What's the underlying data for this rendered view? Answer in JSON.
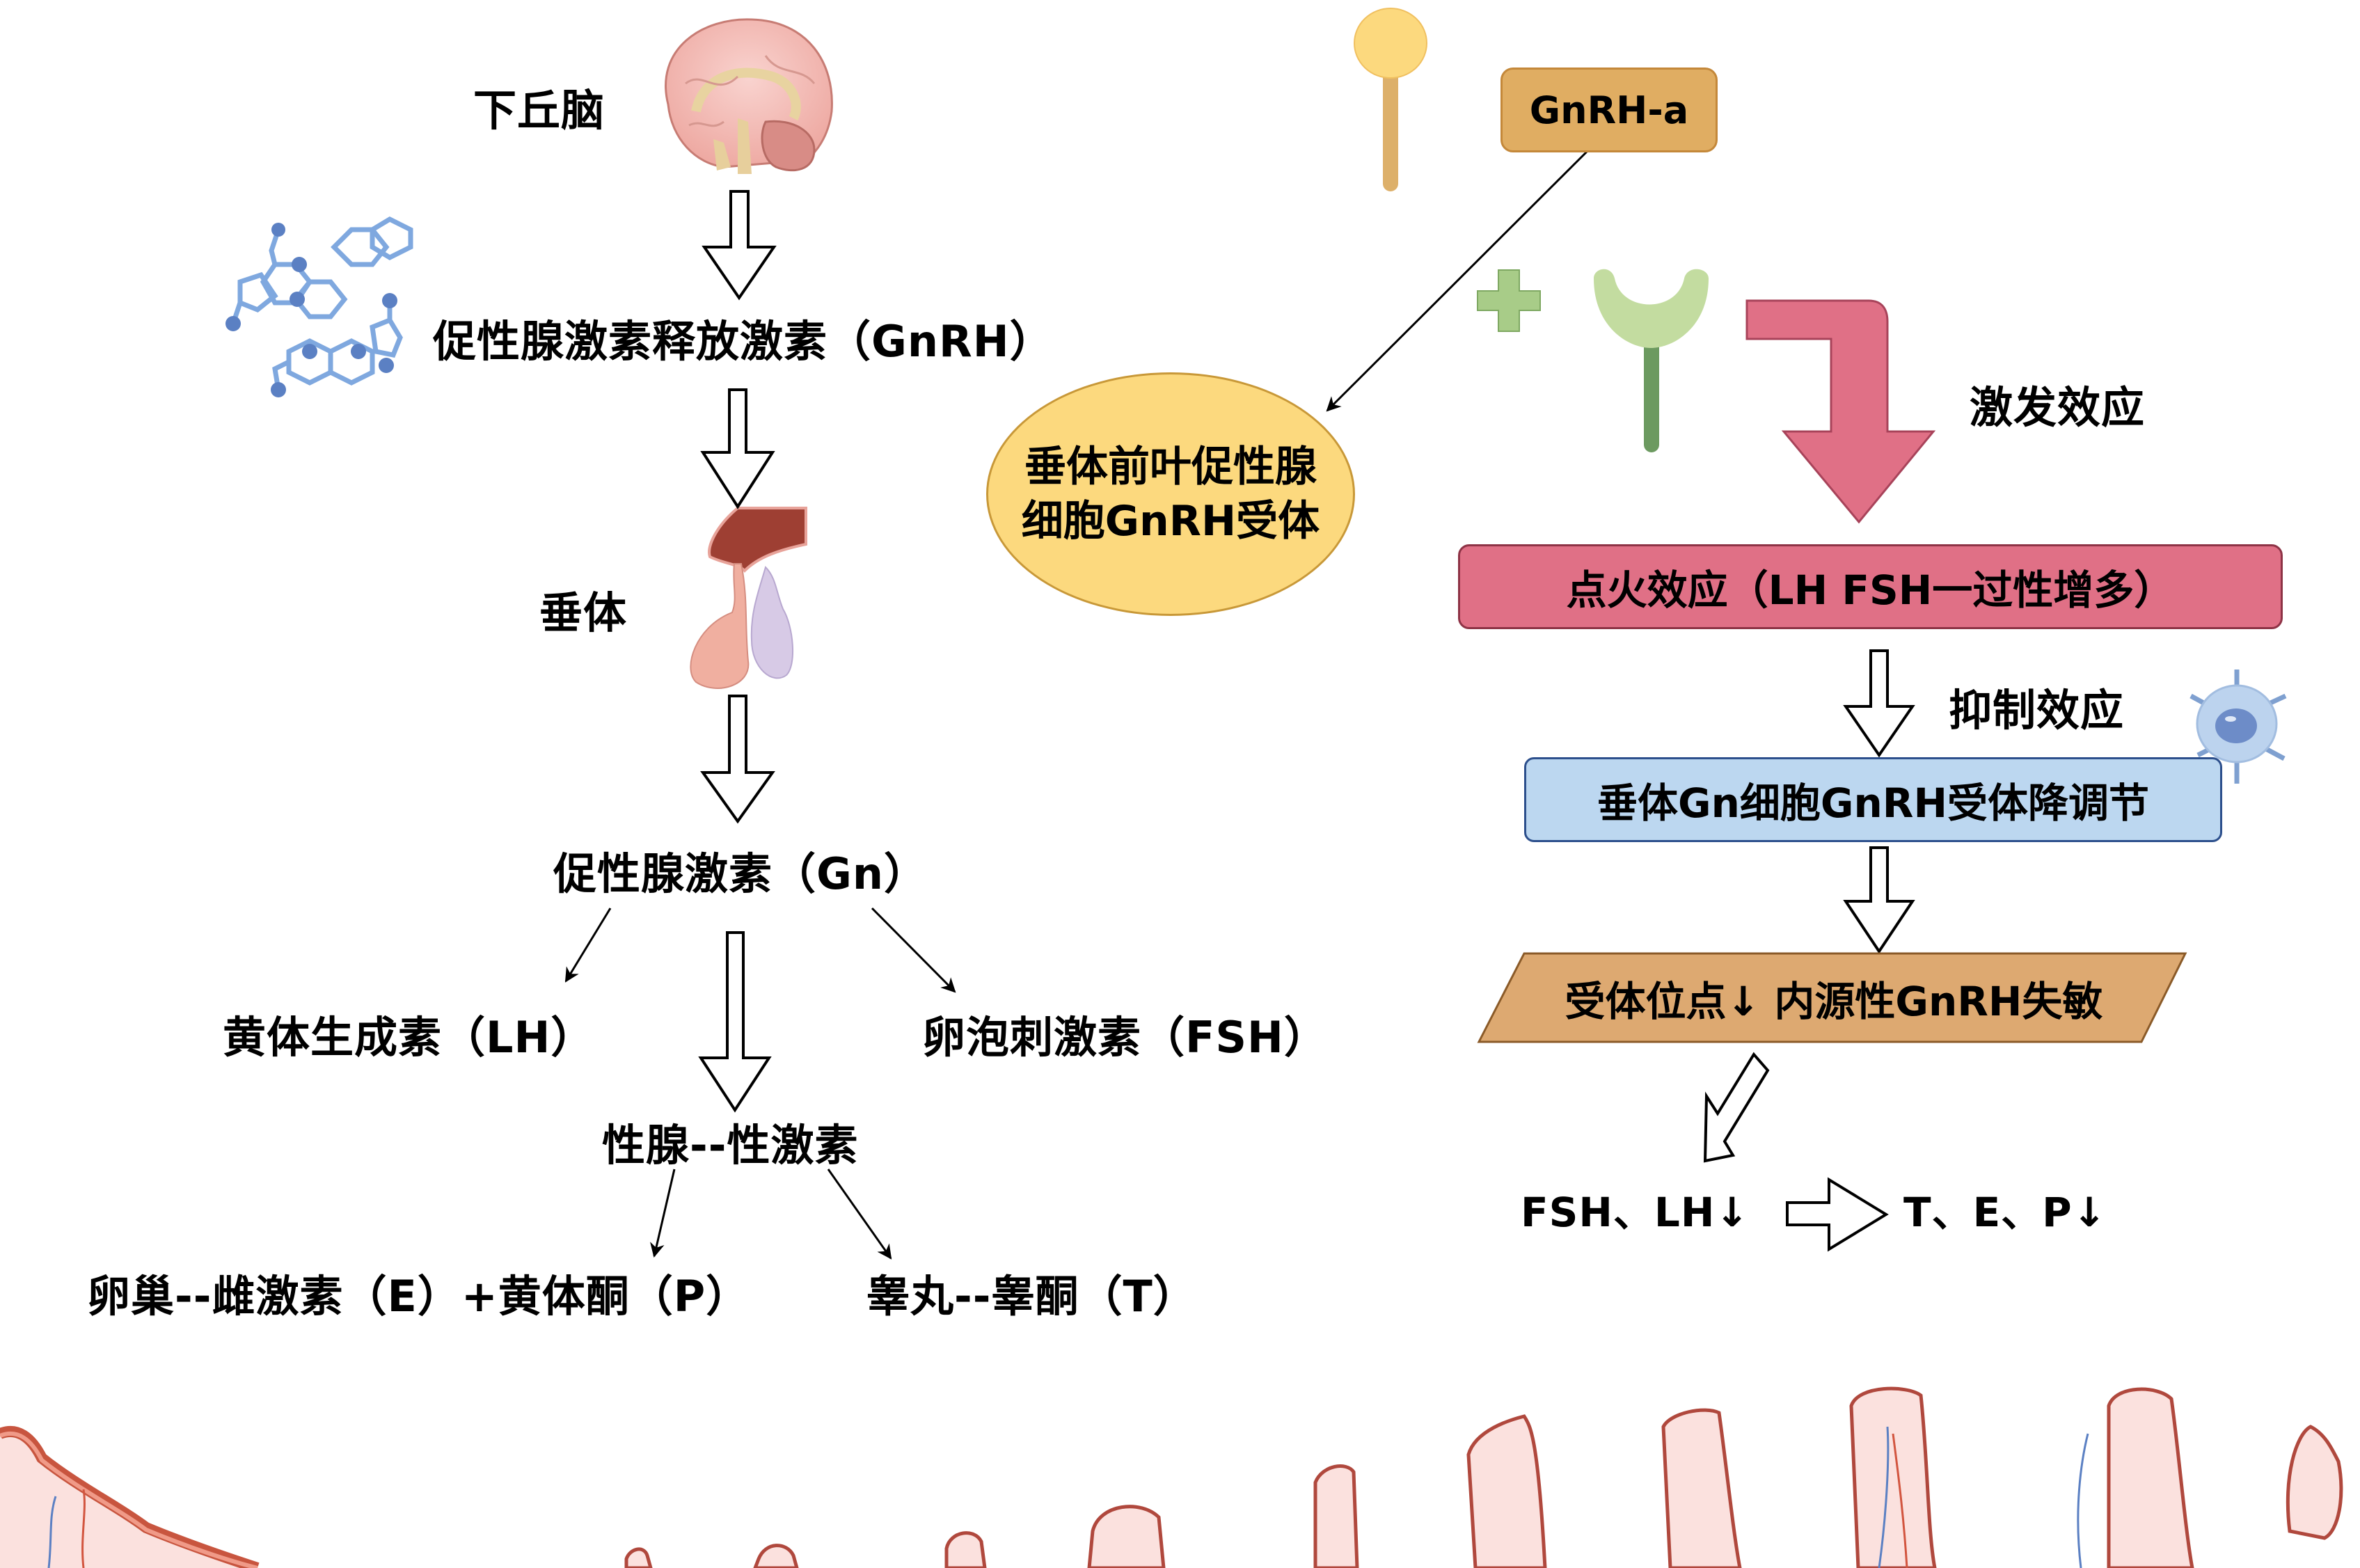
{
  "left_flow": {
    "hypothalamus": "下丘脑",
    "gnrh": "促性腺激素释放激素（GnRH）",
    "pituitary": "垂体",
    "gn": "促性腺激素（Gn）",
    "lh": "黄体生成素（LH）",
    "fsh": "卵泡刺激素（FSH）",
    "gonad": "性腺--性激素",
    "ovary": "卵巢--雌激素（E）+黄体酮（P）",
    "testis": "睾丸--睾酮（T）"
  },
  "right_flow": {
    "agonist_box": "GnRH-a",
    "receptor_ellipse": [
      "垂体前叶促性腺",
      "细胞GnRH受体"
    ],
    "plus_sign": "+",
    "flare_label": "激发效应",
    "flare_box": "点火效应（LH FSH一过性增多）",
    "inhibit_label": "抑制效应",
    "downreg_box": "垂体Gn细胞GnRH受体降调节",
    "desens_box": "受体位点↓ 内源性GnRH失敏",
    "hormones_down": "FSH、LH↓",
    "steroids_down": "T、E、P↓"
  },
  "icons": [
    "brain-icon",
    "molecule-icon",
    "pituitary-gland-icon",
    "ligand-icon",
    "receptor-icon",
    "immune-cell-icon",
    "villi-tissue-illustration"
  ],
  "colors": {
    "agonist_box": "#E0AD62",
    "ellipse": "#FCD97E",
    "flare": "#E07086",
    "downreg": "#BCD7F0",
    "desens": "#DDA971",
    "receptor_head": "#C3DCA0",
    "receptor_stem": "#6C9A60",
    "plus": "#A8CC88",
    "molecule": "#7FA8DF",
    "tissue": "#FBE1DE"
  }
}
